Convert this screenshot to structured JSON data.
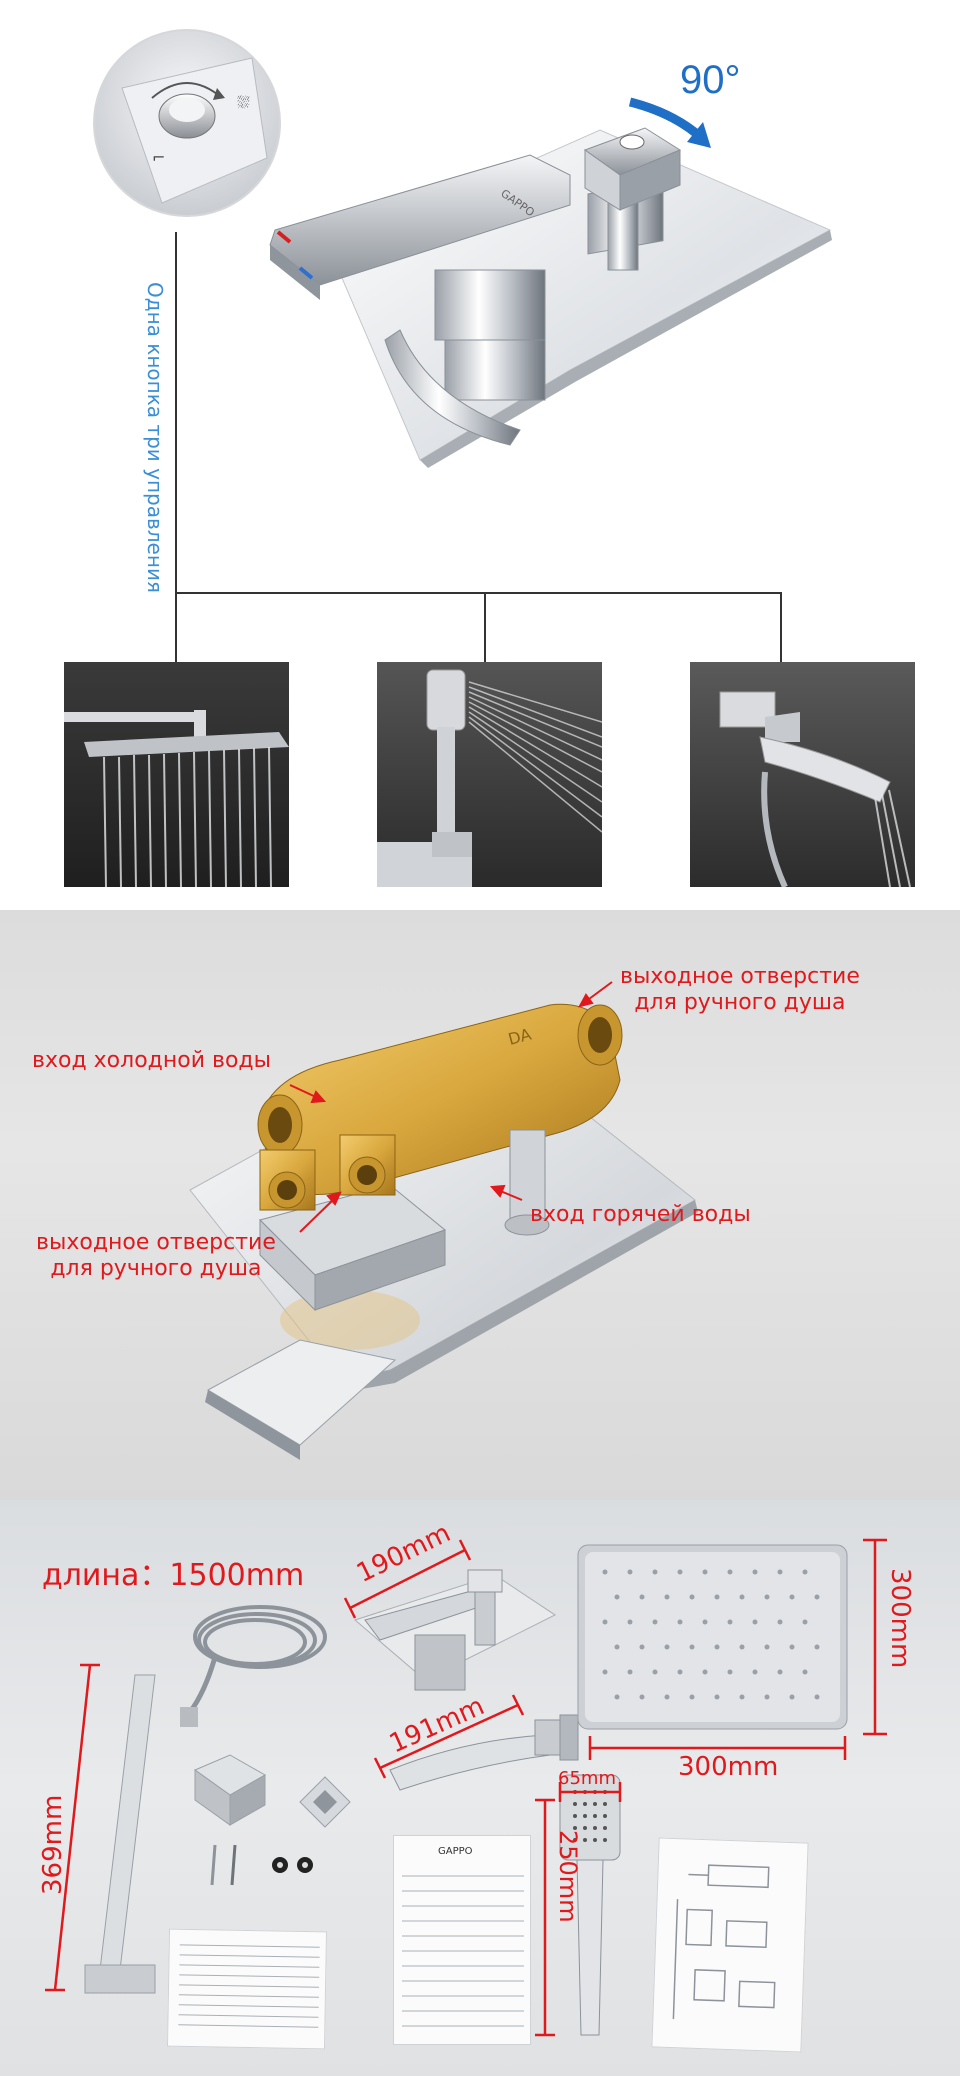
{
  "section1": {
    "vertical_caption": "Одна кнопка три управления",
    "rotation_label": "90°",
    "brand": "GAPPO"
  },
  "section2": {
    "label_hand_shower_out_top": "выходное отверстие\nдля ручного душа",
    "label_cold_water_in": "вход холодной воды",
    "label_hot_water_in": "вход горячей воды",
    "label_hand_shower_out_bottom": "выходное отверстие\nдля ручного душа",
    "body_mark": "DA"
  },
  "section3": {
    "hose_length_label": "длина：",
    "hose_length_value": "1500mm",
    "dim_mixer_width": "190mm",
    "dim_spout_length": "191mm",
    "dim_head_height": "300mm",
    "dim_head_width": "300mm",
    "dim_arm_length": "369mm",
    "dim_hand_width": "65mm",
    "dim_hand_length": "250mm",
    "card_brand": "GAPPO"
  },
  "colors": {
    "accent_blue": "#1f6fc7",
    "caption_blue": "#3a8fd6",
    "label_red": "#e0191d"
  }
}
